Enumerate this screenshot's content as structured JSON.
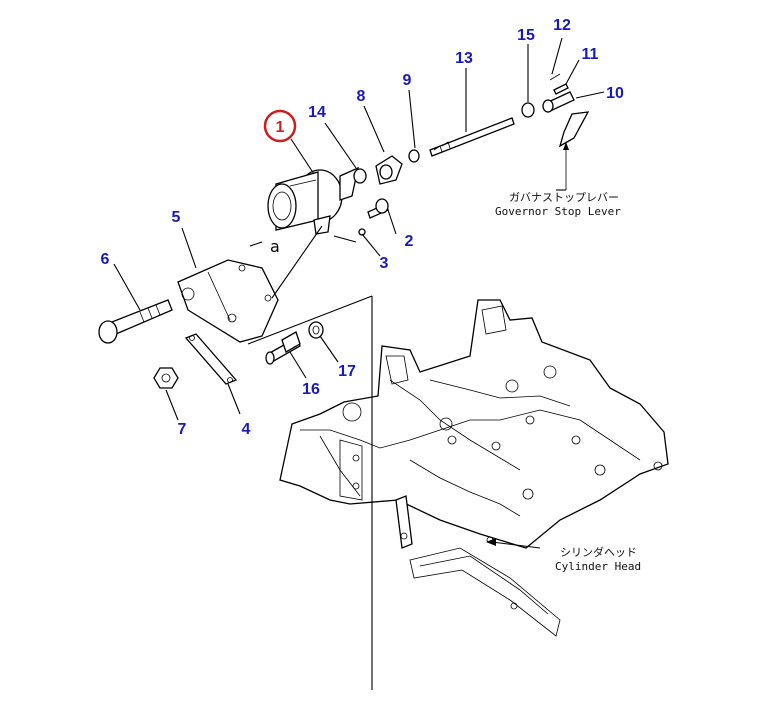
{
  "colors": {
    "callout_blue": "#1a1ab8",
    "highlight_red": "#cc1f1f",
    "line": "#000000"
  },
  "callouts": [
    {
      "id": "1",
      "label": "1"
    },
    {
      "id": "2",
      "label": "2"
    },
    {
      "id": "3",
      "label": "3"
    },
    {
      "id": "4",
      "label": "4"
    },
    {
      "id": "5",
      "label": "5"
    },
    {
      "id": "6",
      "label": "6"
    },
    {
      "id": "7",
      "label": "7"
    },
    {
      "id": "8",
      "label": "8"
    },
    {
      "id": "9",
      "label": "9"
    },
    {
      "id": "10",
      "label": "10"
    },
    {
      "id": "11",
      "label": "11"
    },
    {
      "id": "12",
      "label": "12"
    },
    {
      "id": "13",
      "label": "13"
    },
    {
      "id": "14",
      "label": "14"
    },
    {
      "id": "15",
      "label": "15"
    },
    {
      "id": "16",
      "label": "16"
    },
    {
      "id": "17",
      "label": "17"
    }
  ],
  "reference_marks": {
    "a": "a"
  },
  "captions": {
    "governor_jp": "ガバナストップレバー",
    "governor_en": "Governor Stop Lever",
    "cylinder_jp": "シリンダヘッド",
    "cylinder_en": "Cylinder Head"
  }
}
